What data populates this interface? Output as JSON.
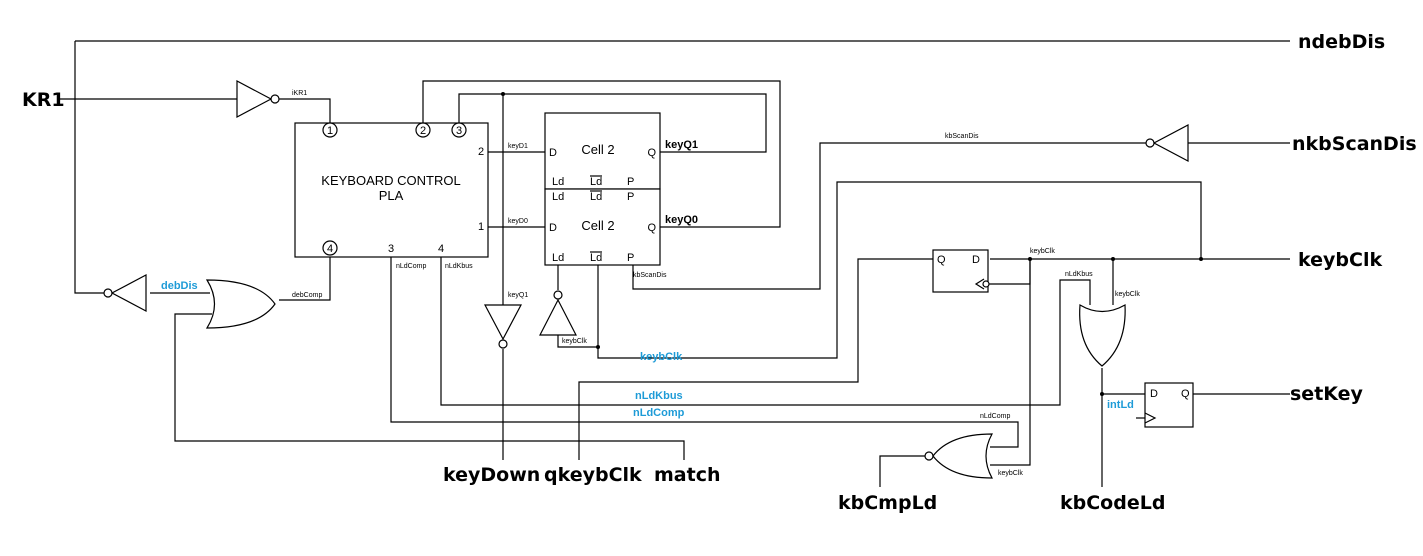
{
  "colors": {
    "wire": "#000000",
    "signal_label_blue": "#1e9bd7"
  },
  "pla": {
    "title_line1": "KEYBOARD CONTROL",
    "title_line2": "PLA",
    "pin_in1": "1",
    "pin_in2": "2",
    "pin_in3": "3",
    "pin_in4": "4",
    "pin_out2": "2",
    "pin_out1": "1",
    "pin_out3": "3",
    "pin_out4": "4",
    "sub_nLdComp": "nLdComp",
    "sub_nLdKbus": "nLdKbus"
  },
  "cells": {
    "top": {
      "name": "Cell 2",
      "d": "D",
      "q": "Q",
      "ld": "Ld",
      "nld": "Ld",
      "p": "P"
    },
    "bottom": {
      "name": "Cell 2",
      "d": "D",
      "q": "Q",
      "ld": "Ld",
      "nld": "Ld",
      "p": "P",
      "ld2": "Ld",
      "nld2": "Ld",
      "p2": "P"
    }
  },
  "flipflops": {
    "kb": {
      "q": "Q",
      "d": "D"
    },
    "int": {
      "d": "D",
      "q": "Q"
    }
  },
  "labels_small": {
    "iKR1": "iKR1",
    "keyD1": "keyD1",
    "keyD0": "keyD0",
    "debComp": "debComp",
    "keyQ1_small": "keyQ1",
    "keybClk_small1": "keybClk",
    "kbScanDis_top": "kbScanDis",
    "kbScanDis_small": "kbScanDis",
    "keybClk_small2": "keybClk",
    "nLdKbus_small": "nLdKbus",
    "keybClk_small3": "keybClk",
    "nLdComp_small": "nLdComp",
    "keybClk_small4": "keybClk"
  },
  "labels_bold": {
    "keyQ1": "keyQ1",
    "keyQ0": "keyQ0"
  },
  "labels_blue": {
    "debDis": "debDis",
    "keybClk": "keybClk",
    "nLdKbus": "nLdKbus",
    "nLdComp": "nLdComp",
    "intLd": "intLd"
  },
  "ports": {
    "KR1": "KR1",
    "ndebDis": "ndebDis",
    "nkbScanDis": "nkbScanDis",
    "keybClk": "keybClk",
    "setKey": "setKey",
    "keyDown": "keyDown",
    "qkeybClk": "qkeybClk",
    "match": "match",
    "kbCmpLd": "kbCmpLd",
    "kbCodeLd": "kbCodeLd"
  }
}
